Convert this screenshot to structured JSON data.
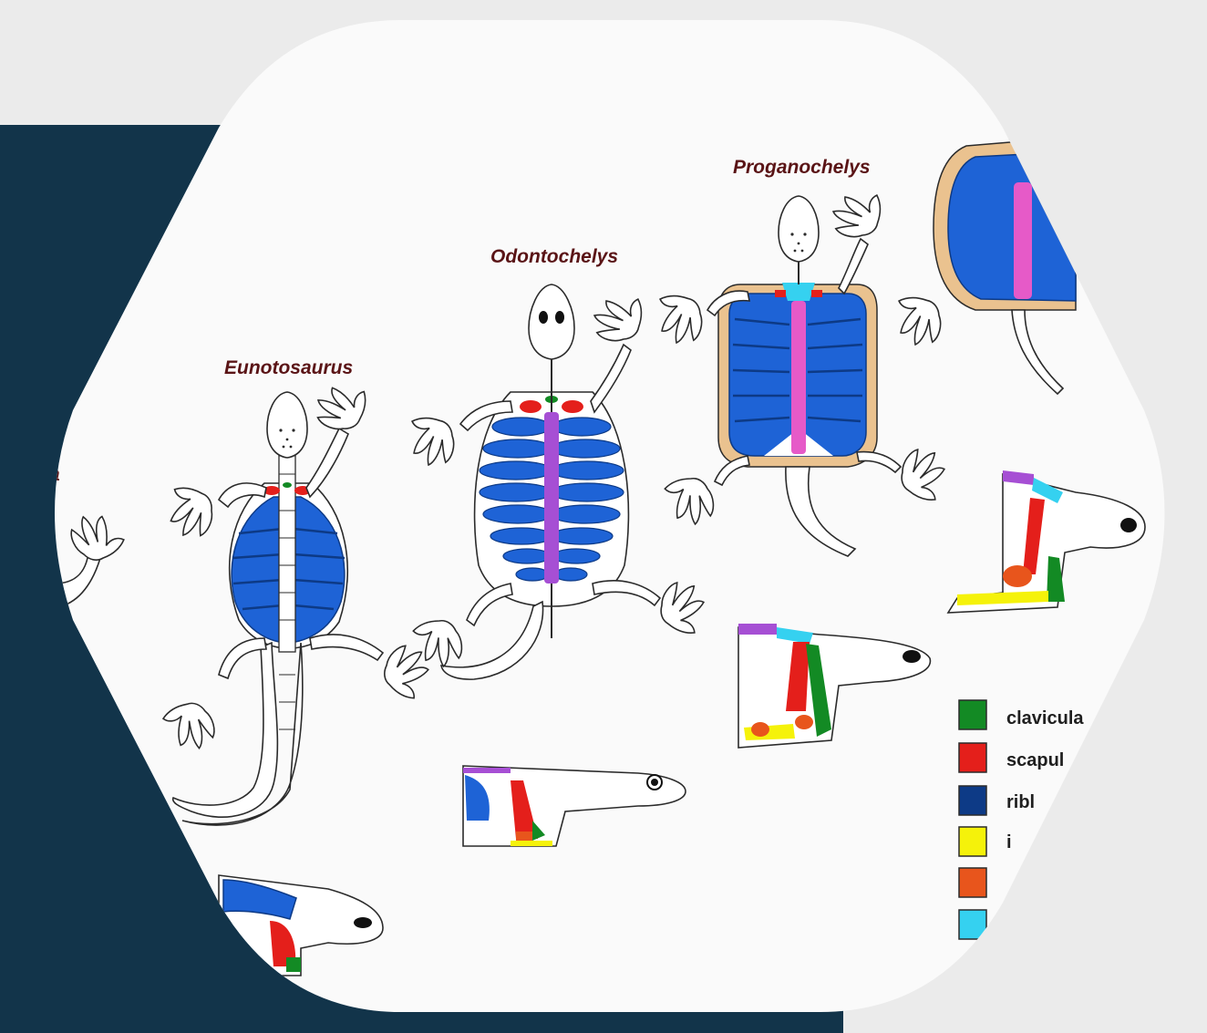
{
  "colors": {
    "page_background": "#ebebeb",
    "navy_panel": "#12344a",
    "figure_background": "#fafafa",
    "clavicula": "#138a24",
    "scapula": "#e41f1b",
    "ribs": "#1e63d6",
    "ilium": "#f5f20a",
    "humerus": "#e8551c",
    "cleithrum": "#35d1f0",
    "vertebrae_purple": "#a64fd4",
    "vertebrae_pink": "#e65ac8",
    "shell_rim": "#eac28f",
    "ink": "#2b2b2b",
    "title_ink": "#5a1416"
  },
  "figure": {
    "species": [
      {
        "id": "cut-left",
        "label": "a"
      },
      {
        "id": "eunotosaurus",
        "label": "Eunotosaurus"
      },
      {
        "id": "odontochelys",
        "label": "Odontochelys"
      },
      {
        "id": "proganochelys",
        "label": "Proganochelys"
      }
    ],
    "legend": [
      {
        "label": "clavicula",
        "color": "#138a24"
      },
      {
        "label": "scapul",
        "color": "#e41f1b"
      },
      {
        "label": "ribl",
        "color": "#0d3a86"
      },
      {
        "label": "i",
        "color": "#f5f20a"
      },
      {
        "label": "",
        "color": "#e8551c"
      },
      {
        "label": "",
        "color": "#35d1f0"
      }
    ]
  }
}
